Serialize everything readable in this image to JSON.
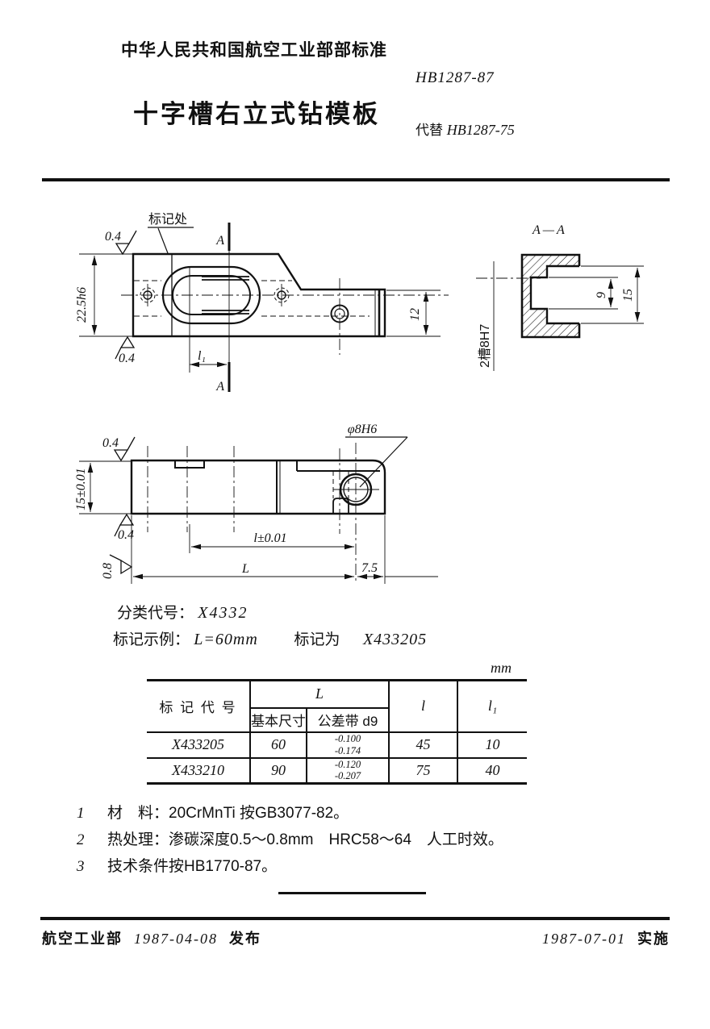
{
  "page": {
    "background": "#ffffff",
    "ink": "#111111"
  },
  "header": {
    "organization": "中华人民共和国航空工业部部标准",
    "standard_no": "HB1287-87",
    "title": "十字槽右立式钻模板",
    "supersedes_label": "代替",
    "supersedes_no": "HB1287-75"
  },
  "drawings": {
    "top_view": {
      "mark_label": "标记处",
      "section_label_top": "A",
      "section_label_bottom": "A",
      "dim_width": "22.5h6",
      "dim_l1": "l₁",
      "dim_end": "12",
      "surf_top": "0.4",
      "surf_bottom": "0.4"
    },
    "section_aa": {
      "title": "A—A",
      "dim_slot_width": "9",
      "dim_slot_depth": "15",
      "slot_label": "2槽8H7"
    },
    "front_view": {
      "hole_label": "φ8H6",
      "dim_height": "15±0.01",
      "dim_l": "l±0.01",
      "dim_length": "L",
      "dim_end": "7.5",
      "surf_top": "0.4",
      "surf_bottom": "0.4",
      "surf_side": "0.8"
    }
  },
  "classification": {
    "code_label": "分类代号：",
    "code": "X4332",
    "example_label": "标记示例：",
    "example_condition": "L=60mm",
    "example_mid": "标记为",
    "example_code": "X433205"
  },
  "table": {
    "unit": "mm",
    "header": {
      "code": "标 记 代 号",
      "L": "L",
      "basic": "基本尺寸",
      "tolerance": "公差带 d9",
      "l": "l",
      "l1": "l₁"
    },
    "rows": [
      {
        "code": "X433205",
        "basic": "60",
        "tol_upper": "-0.100",
        "tol_lower": "-0.174",
        "l": "45",
        "l1": "10"
      },
      {
        "code": "X433210",
        "basic": "90",
        "tol_upper": "-0.120",
        "tol_lower": "-0.207",
        "l": "75",
        "l1": "40"
      }
    ]
  },
  "notes": {
    "items": [
      {
        "no": "1",
        "text": "材　料：20CrMnTi 按GB3077-82。"
      },
      {
        "no": "2",
        "text": "热处理：渗碳深度0.5～0.8mm　HRC58～64　人工时效。"
      },
      {
        "no": "3",
        "text": "技术条件按HB1770-87。"
      }
    ]
  },
  "footer": {
    "issuer": "航空工业部",
    "issue_date": "1987-04-08",
    "issue_label": "发布",
    "impl_date": "1987-07-01",
    "impl_label": "实施"
  }
}
